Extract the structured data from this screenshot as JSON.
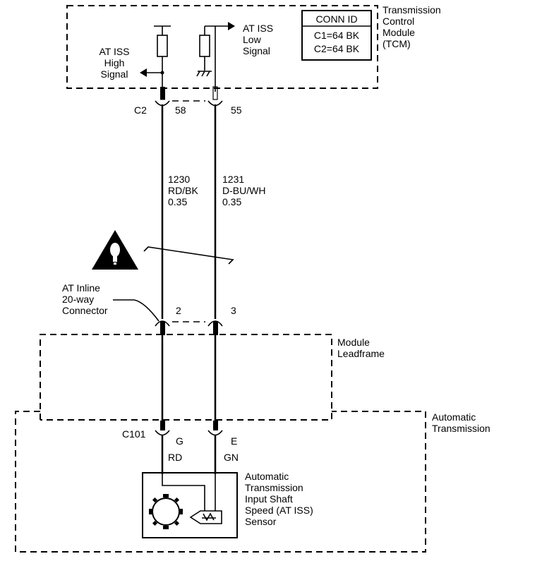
{
  "tcm": {
    "title_lines": [
      "Transmission",
      "Control",
      "Module",
      "(TCM)"
    ],
    "conn_id": {
      "header": "CONN ID",
      "rows": [
        "C1=64 BK",
        "C2=64 BK"
      ]
    },
    "high_signal_lines": [
      "AT ISS",
      "High",
      "Signal"
    ],
    "low_signal_lines": [
      "AT ISS",
      "Low",
      "Signal"
    ],
    "connector": "C2",
    "pins": [
      "58",
      "55"
    ]
  },
  "circuits": [
    {
      "number": "1230",
      "color": "RD/BK",
      "gauge": "0.35"
    },
    {
      "number": "1231",
      "color": "D-BU/WH",
      "gauge": "0.35"
    }
  ],
  "inline_connector": {
    "label_lines": [
      "AT Inline",
      "20-way",
      "Connector"
    ],
    "pins": [
      "2",
      "3"
    ]
  },
  "leadframe": {
    "label_lines": [
      "Module",
      "Leadframe"
    ]
  },
  "transmission": {
    "label_lines": [
      "Automatic",
      "Transmission"
    ],
    "connector": "C101",
    "pins": [
      "G",
      "E"
    ],
    "wire_colors": [
      "RD",
      "GN"
    ]
  },
  "sensor": {
    "label_lines": [
      "Automatic",
      "Transmission",
      "Input Shaft",
      "Speed (AT ISS)",
      "Sensor"
    ]
  },
  "icons": {
    "warning": "caution-triangle-icon",
    "ground": "ground-icon"
  }
}
